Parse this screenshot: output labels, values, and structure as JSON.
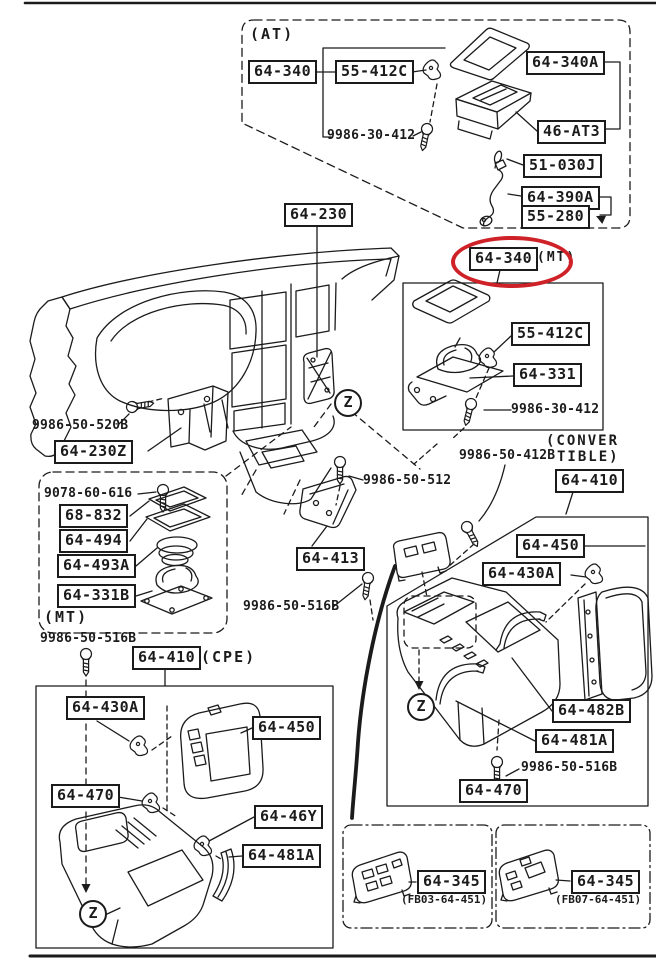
{
  "labels": {
    "at_tag": "(AT)",
    "at_64_340": "64-340",
    "at_55_412c": "55-412C",
    "at_64_340a": "64-340A",
    "at_9986_30_412": "9986-30-412",
    "at_46_at3": "46-AT3",
    "at_51_030j": "51-030J",
    "at_64_390a": "64-390A",
    "at_55_280": "55-280",
    "p64_230": "64-230",
    "mt_64_340": "64-340",
    "mt_tag": "(MT)",
    "mt_55_412c": "55-412C",
    "mt_64_331": "64-331",
    "mt_9986_30_412": "9986-30-412",
    "p9986_50_520b": "9986-50-520B",
    "p64_230z": "64-230Z",
    "p9078_60_616": "9078-60-616",
    "p68_832": "68-832",
    "p64_494": "64-494",
    "p64_493a": "64-493A",
    "p64_331b": "64-331B",
    "boot_tag": "(MT)",
    "p9986_50_516b_left": "9986-50-516B",
    "p9986_50_512": "9986-50-512",
    "p9986_50_412b": "9986-50-412B",
    "p64_413": "64-413",
    "p9986_50_516b_mid": "9986-50-516B",
    "conv_tag_line1": "(CONVER",
    "conv_tag_line2": "TIBLE)",
    "conv_64_410": "64-410",
    "conv_64_450": "64-450",
    "conv_64_430a": "64-430A",
    "conv_64_482b": "64-482B",
    "conv_64_481a": "64-481A",
    "conv_9986_50_516b": "9986-50-516B",
    "conv_64_470": "64-470",
    "cpe_64_410": "64-410",
    "cpe_tag": "(CPE)",
    "cpe_64_430a": "64-430A",
    "cpe_64_450": "64-450",
    "cpe_64_470": "64-470",
    "cpe_64_46y": "64-46Y",
    "cpe_64_481a": "64-481A",
    "sw_left_345": "64-345",
    "sw_left_code": "(FB03-64-451)",
    "sw_right_345": "64-345",
    "sw_right_code": "(FB07-64-451)",
    "z": "Z"
  },
  "colors": {
    "highlight": "#cf2128",
    "ink": "#1b1b1b",
    "paper": "#ffffff"
  }
}
